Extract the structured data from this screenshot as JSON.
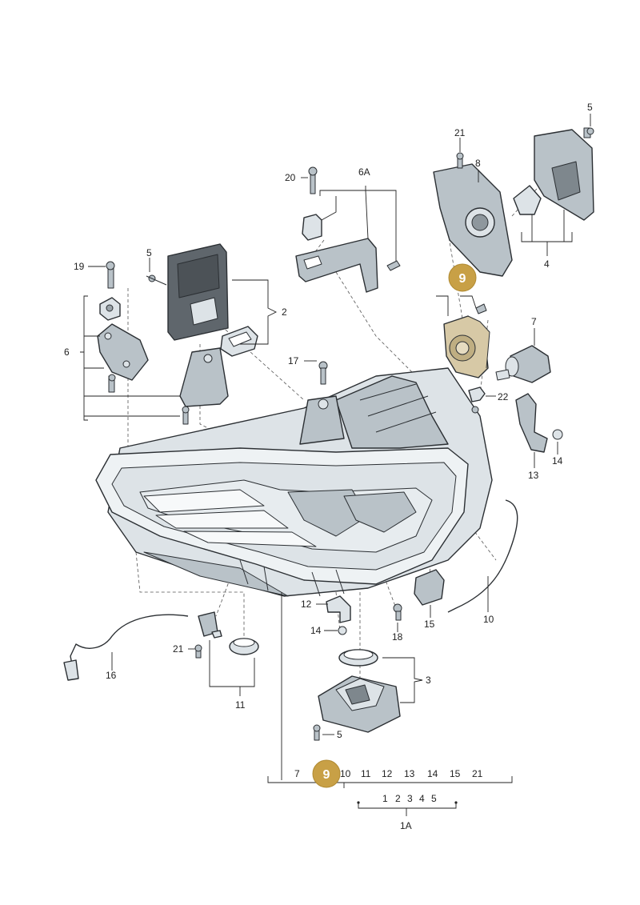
{
  "callouts": {
    "c1A": "1A",
    "c2": "2",
    "c3": "3",
    "c4": "4",
    "c5_top": "5",
    "c5_ecu": "5",
    "c5_ballast": "5",
    "c6": "6",
    "c6A": "6A",
    "c7": "7",
    "c8": "8",
    "c10": "10",
    "c11": "11",
    "c12": "12",
    "c13": "13",
    "c14_right": "14",
    "c14_lower": "14",
    "c15": "15",
    "c16": "16",
    "c17": "17",
    "c18": "18",
    "c19": "19",
    "c20": "20",
    "c21_top": "21",
    "c21_lower": "21",
    "c22": "22"
  },
  "bottom_row": {
    "items": [
      "7",
      "10",
      "11",
      "12",
      "13",
      "14",
      "15",
      "21"
    ],
    "sub_items": [
      "1",
      "2",
      "3",
      "4",
      "5"
    ]
  },
  "badges": {
    "main": "9",
    "bottom": "9"
  },
  "colors": {
    "badge": "#c8a046",
    "highlight": "#c8a046"
  }
}
